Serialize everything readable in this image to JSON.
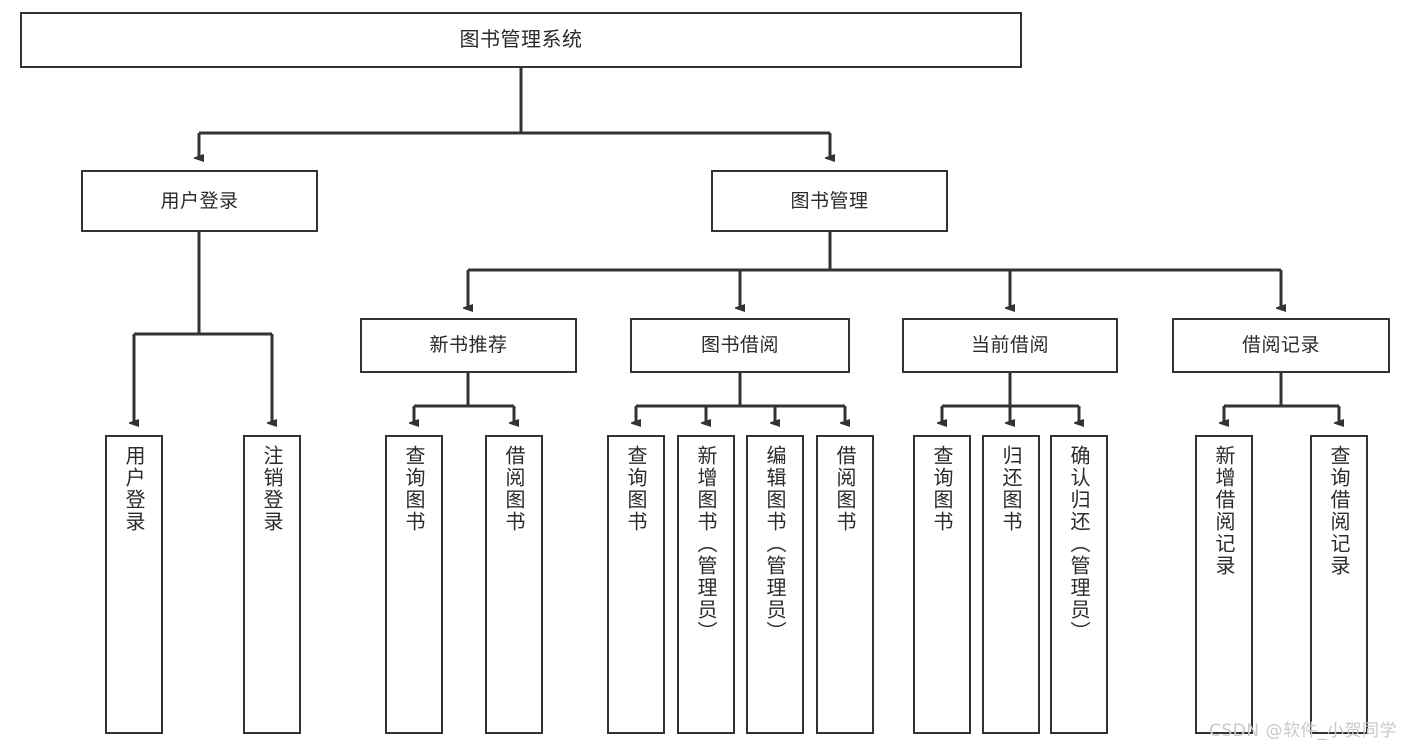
{
  "diagram": {
    "title": "图书管理系统",
    "watermark": "CSDN @软件_小贺同学",
    "stroke_color": "#333333",
    "text_color": "#2b2b2b",
    "background_color": "#ffffff"
  },
  "nodes": {
    "root": {
      "label": "图书管理系统"
    },
    "level1": [
      {
        "label": "用户登录"
      },
      {
        "label": "图书管理"
      }
    ],
    "level2": [
      {
        "label": "新书推荐"
      },
      {
        "label": "图书借阅"
      },
      {
        "label": "当前借阅"
      },
      {
        "label": "借阅记录"
      }
    ],
    "leaves": {
      "user_login": [
        {
          "label": "用户登录"
        },
        {
          "label": "注销登录"
        }
      ],
      "new_book": [
        {
          "label": "查询图书"
        },
        {
          "label": "借阅图书"
        }
      ],
      "book_borrow": [
        {
          "label": "查询图书"
        },
        {
          "label": "新增图书（管理员）"
        },
        {
          "label": "编辑图书（管理员）"
        },
        {
          "label": "借阅图书"
        }
      ],
      "current_borrow": [
        {
          "label": "查询图书"
        },
        {
          "label": "归还图书"
        },
        {
          "label": "确认归还（管理员）"
        }
      ],
      "borrow_record": [
        {
          "label": "新增借阅记录"
        },
        {
          "label": "查询借阅记录"
        }
      ]
    }
  }
}
